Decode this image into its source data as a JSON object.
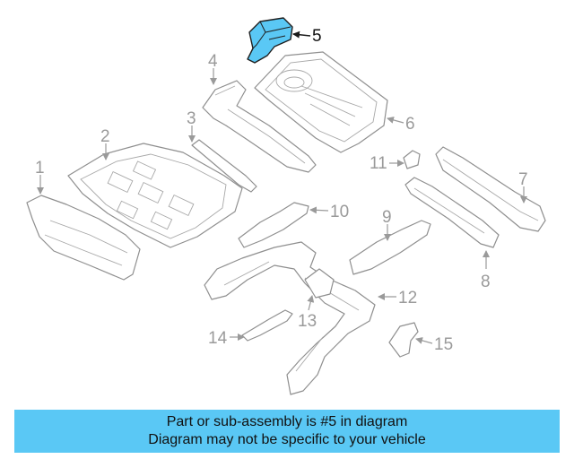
{
  "diagram": {
    "highlighted_part": "5",
    "colors": {
      "highlight": "#5ac8f5",
      "outline": "#8f8f8f",
      "callout": "#9a9a9a",
      "banner": "#5ac8f5"
    },
    "callouts": [
      "1",
      "2",
      "3",
      "4",
      "5",
      "6",
      "7",
      "8",
      "9",
      "10",
      "11",
      "12",
      "13",
      "14",
      "15"
    ]
  },
  "banner": {
    "line1": "Part or sub-assembly is #5 in diagram",
    "line2": "Diagram may not be specific to your vehicle"
  }
}
